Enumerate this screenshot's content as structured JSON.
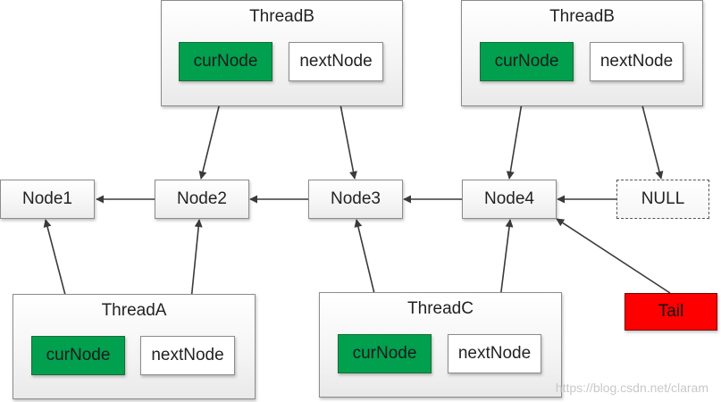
{
  "colors": {
    "curnode_fill": "#00a04f",
    "tail_fill": "#ff0000",
    "arrow": "#3a3a3a"
  },
  "threads": {
    "thread_b_left": {
      "title": "ThreadB",
      "cur_label": "curNode",
      "next_label": "nextNode"
    },
    "thread_b_right": {
      "title": "ThreadB",
      "cur_label": "curNode",
      "next_label": "nextNode"
    },
    "thread_a": {
      "title": "ThreadA",
      "cur_label": "curNode",
      "next_label": "nextNode"
    },
    "thread_c": {
      "title": "ThreadC",
      "cur_label": "curNode",
      "next_label": "nextNode"
    }
  },
  "nodes": {
    "node1": "Node1",
    "node2": "Node2",
    "node3": "Node3",
    "node4": "Node4",
    "null": "NULL"
  },
  "tail": {
    "label": "Tail"
  },
  "watermark": "https://blog.csdn.net/claram"
}
